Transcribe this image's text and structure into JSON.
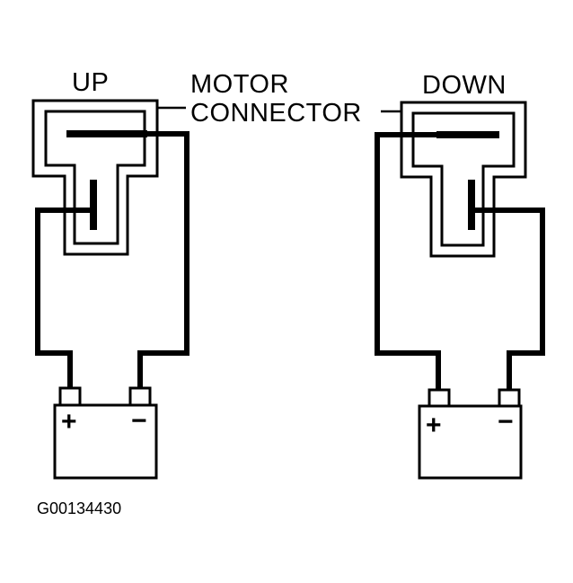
{
  "diagram": {
    "labels": {
      "up": "UP",
      "down": "DOWN",
      "motor_connector_line1": "MOTOR",
      "motor_connector_line2": "CONNECTOR"
    },
    "battery": {
      "positive": "+",
      "negative": "−"
    },
    "figure_id": "G00134430"
  },
  "colors": {
    "ink": "#000000",
    "background": "#ffffff"
  }
}
